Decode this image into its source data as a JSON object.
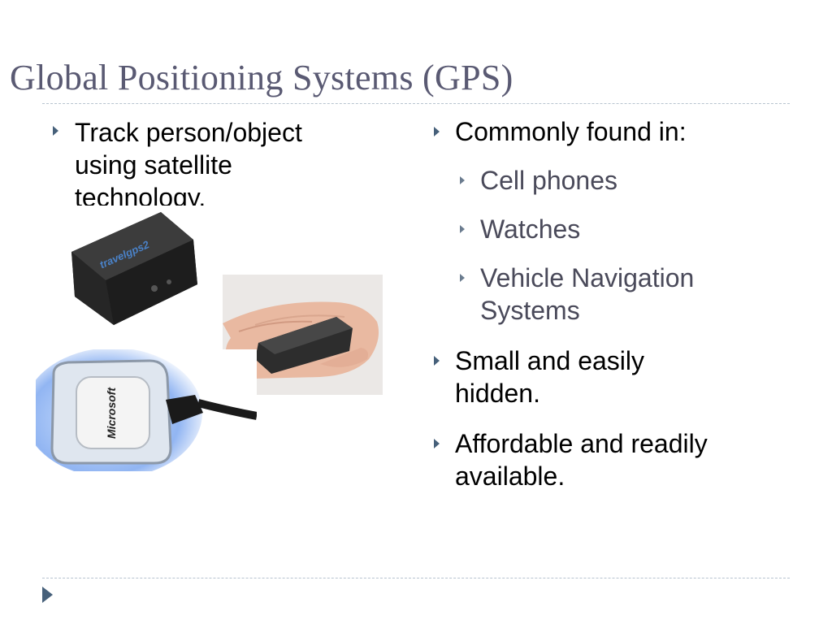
{
  "slide": {
    "title": "Global Positioning Systems (GPS)",
    "left_column": {
      "bullet": "Track person/object using satellite technology."
    },
    "right_column": {
      "bullet": "Commonly found in:",
      "sub_bullets": [
        "Cell phones",
        "Watches",
        "Vehicle Navigation Systems"
      ],
      "bullets_after": [
        "Small and easily hidden.",
        "Affordable and readily available."
      ]
    },
    "images": {
      "device_one_logo": "travelgps2",
      "device_three_logo": "Microsoft"
    }
  }
}
